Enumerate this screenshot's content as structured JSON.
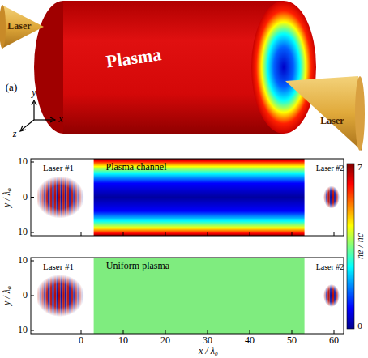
{
  "diagram": {
    "labels": [
      "Laser",
      "Plasma",
      "Laser",
      "(a)",
      "y",
      "z",
      "x",
      "10",
      "0",
      "-10",
      "Laser #1",
      "Plasma channel",
      "Laser #2",
      "10",
      "0",
      "-10",
      "Laser #1",
      "Uniform plasma",
      "Laser #2",
      "0",
      "10",
      "20",
      "30",
      "40",
      "50",
      "60",
      "x / λ₀",
      "y / λ₀",
      "y / λ₀",
      "7",
      "0",
      "ne / nc"
    ]
  }
}
